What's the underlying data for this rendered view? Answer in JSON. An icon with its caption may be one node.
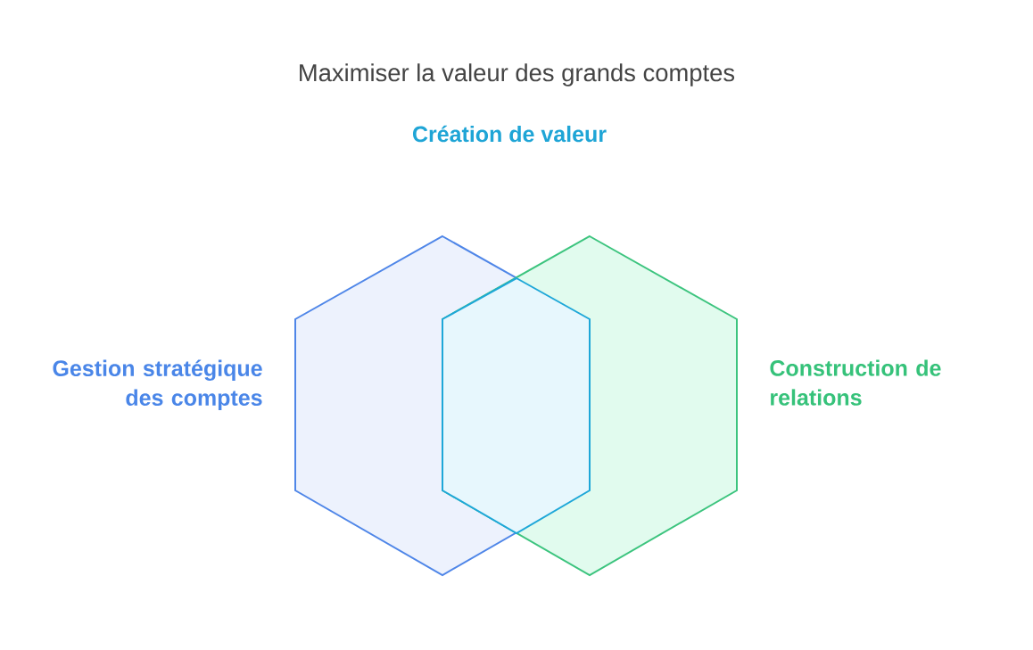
{
  "diagram": {
    "title": "Maximiser la valeur des grands comptes",
    "nodes": [
      {
        "text": [
          "Gestion stratégique des comptes"
        ]
      },
      {
        "text": [
          "Construction de relations"
        ]
      },
      {
        "text": [],
        "shape": "hexagon"
      }
    ],
    "labels": [
      "Création de valeur"
    ]
  }
}
